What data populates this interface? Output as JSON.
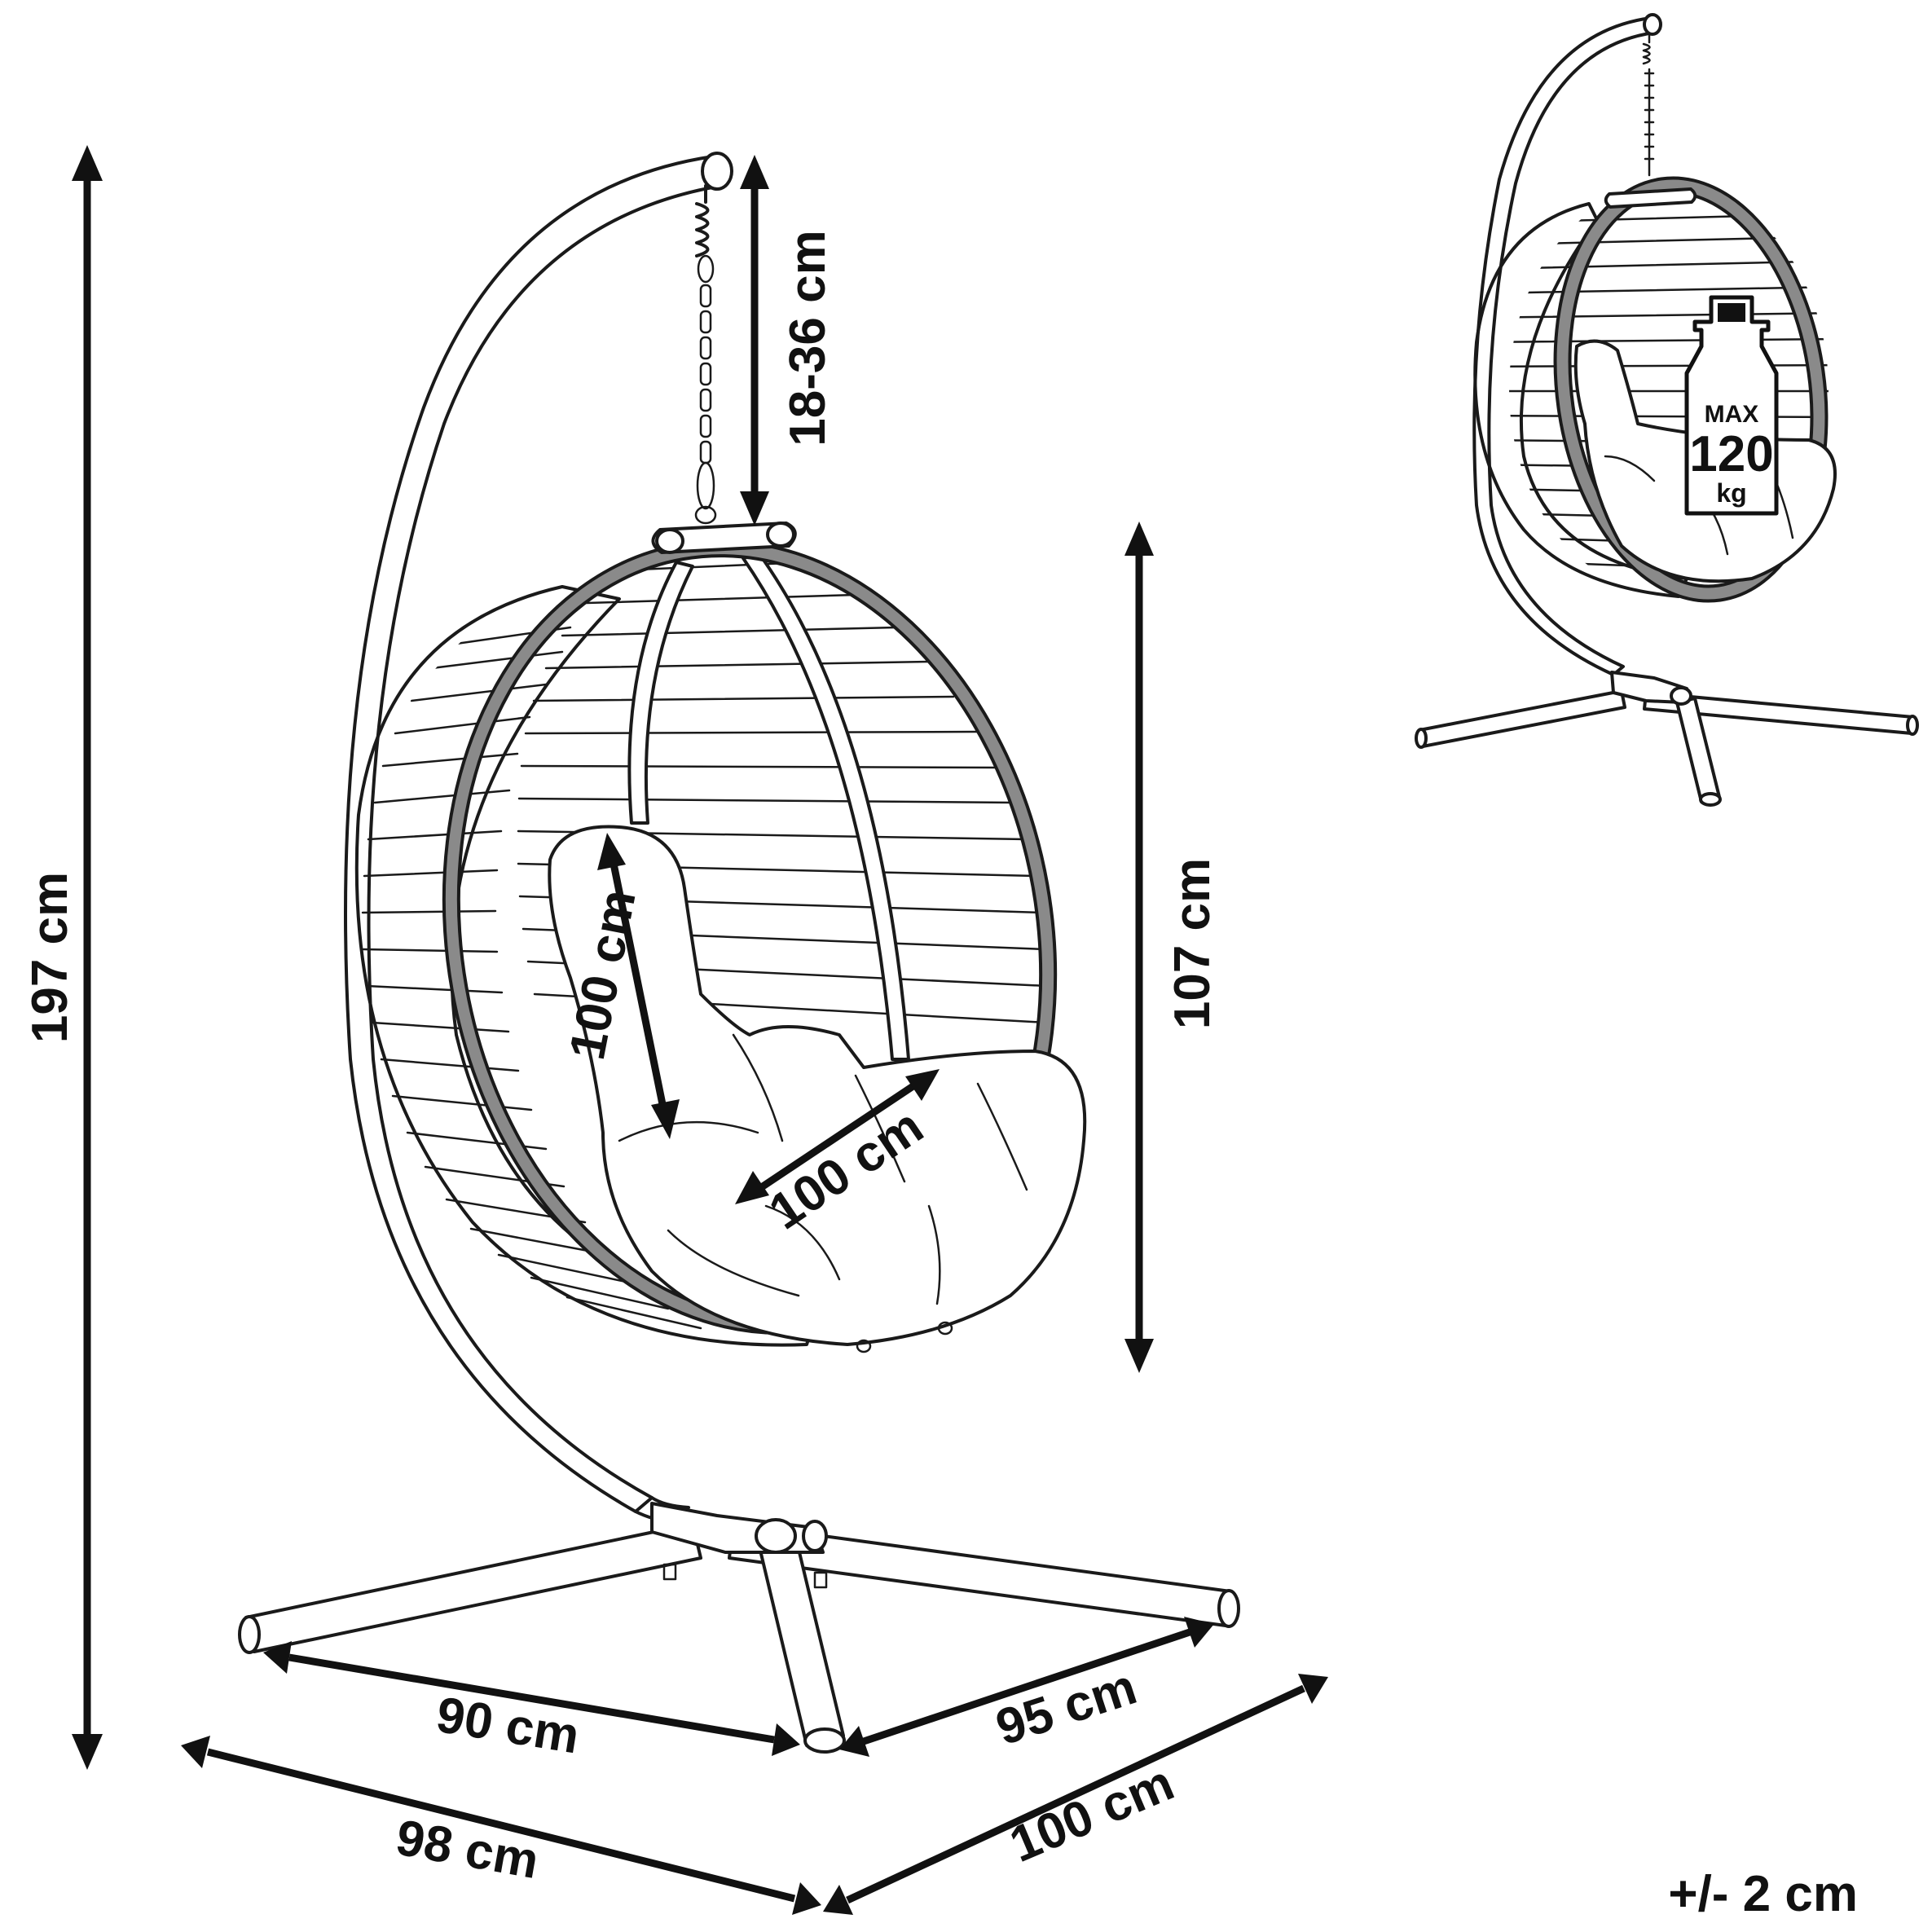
{
  "dimensions": {
    "total_height": "197 cm",
    "chain_length": "18-36 cm",
    "seat_height": "107 cm",
    "backrest_height": "100 cm",
    "seat_width": "100 cm",
    "base_front_left": "90 cm",
    "base_front_right": "95 cm",
    "base_outer_left": "98 cm",
    "base_outer_right": "100 cm"
  },
  "weight_badge": {
    "line1": "MAX",
    "line2": "120",
    "line3": "kg"
  },
  "tolerance": "+/- 2 cm",
  "colors": {
    "ink": "#111111",
    "band_grey": "#8a8a8a",
    "background": "#ffffff"
  }
}
